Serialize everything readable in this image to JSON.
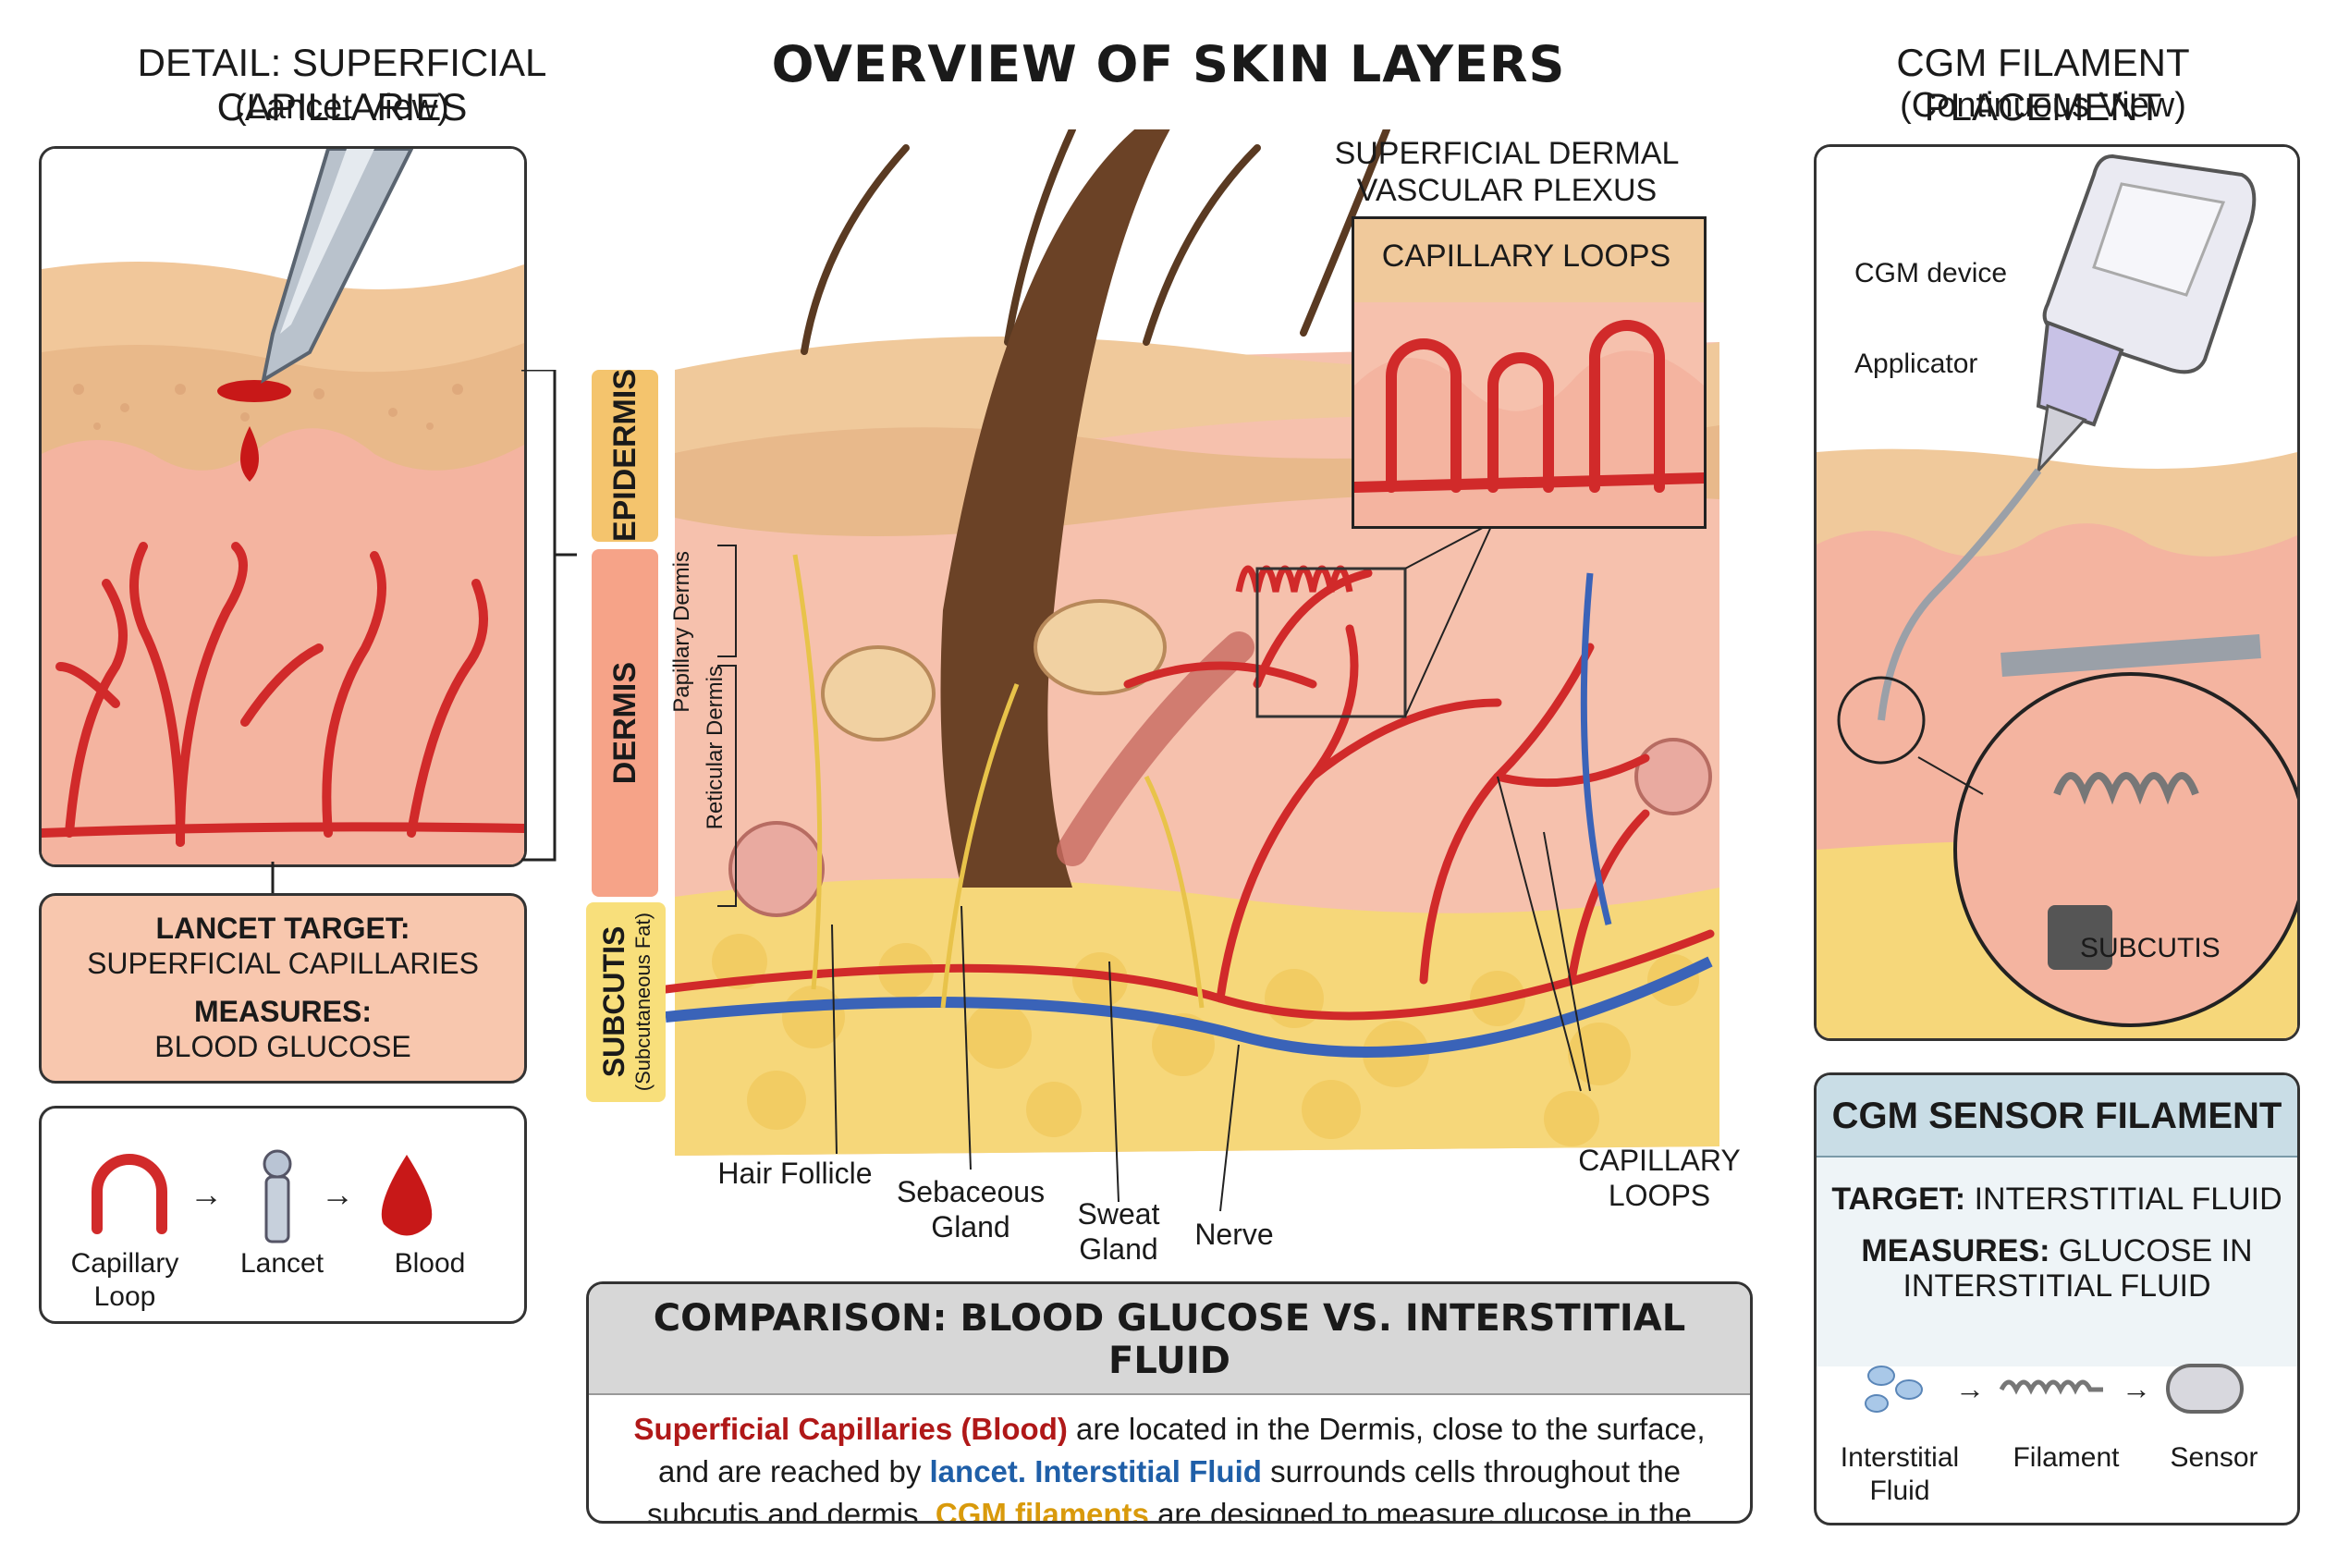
{
  "main_title": "OVERVIEW OF SKIN LAYERS",
  "left_panel": {
    "title": "DETAIL: SUPERFICIAL CAPILLARIES",
    "subtitle": "(Lancet View)",
    "target_label": "LANCET TARGET:",
    "target_value": "SUPERFICIAL CAPILLARIES",
    "measures_label": "MEASURES:",
    "measures_value": "BLOOD GLUCOSE",
    "flow": [
      {
        "label": "Capillary Loop",
        "icon": "capillary-loop-icon"
      },
      {
        "label": "Lancet",
        "icon": "lancet-icon"
      },
      {
        "label": "Blood",
        "icon": "blood-drop-icon"
      }
    ]
  },
  "layers": {
    "epidermis": "EPIDERMIS",
    "dermis": "DERMIS",
    "subcutis": "SUBCUTIS",
    "subcutis_sub": "(Subcutaneous Fat)",
    "papillary": "Papillary Dermis",
    "reticular": "Reticular Dermis"
  },
  "center_labels": {
    "plexus": "SUPERFICIAL DERMAL VASCULAR PLEXUS",
    "inset_loops": "CAPILLARY LOOPS",
    "hair_follicle": "Hair Follicle",
    "sebaceous_gland": "Sebaceous Gland",
    "sweat_gland": "Sweat Gland",
    "nerve": "Nerve",
    "capillary_loops": "CAPILLARY LOOPS"
  },
  "comparison": {
    "title": "COMPARISON: BLOOD GLUCOSE VS. INTERSTITIAL FLUID",
    "t1": "Superficial Capillaries (Blood)",
    "t2": " are located in the Dermis, close to the surface, and are reached by ",
    "t3": "lancet.",
    "t4": " ",
    "t5": "Interstitial Fluid",
    "t6": " surrounds cells throughout the subcutis and dermis. ",
    "t7": "CGM filaments",
    "t8": " are designed to measure glucose in the subcutis, avoiding continuous contact with blood to prevent bleeding and extend sensor life."
  },
  "right_panel": {
    "title": "CGM FILAMENT PLACEMENT",
    "subtitle": "(Continuous View)",
    "cgm_device": "CGM device",
    "applicator": "Applicator",
    "subcutis": "SUBCUTIS",
    "sensor_title": "CGM SENSOR FILAMENT",
    "target_label": "TARGET:",
    "target_value": " INTERSTITIAL FLUID",
    "measures_label": "MEASURES:",
    "measures_value": " GLUCOSE IN",
    "measures_value2": "INTERSTITIAL FLUID",
    "flow": [
      {
        "label": "Interstitial Fluid",
        "icon": "interstitial-fluid-icon"
      },
      {
        "label": "Filament",
        "icon": "filament-icon"
      },
      {
        "label": "Sensor",
        "icon": "sensor-icon"
      }
    ]
  },
  "colors": {
    "skin_epidermis": "#f0c99b",
    "dermis": "#f6b9a4",
    "fat": "#f6d77a",
    "capillary_red": "#d12a2a",
    "vein_blue": "#3a63b8",
    "nerve_yellow": "#e8c34a",
    "hair": "#5a3a22"
  }
}
